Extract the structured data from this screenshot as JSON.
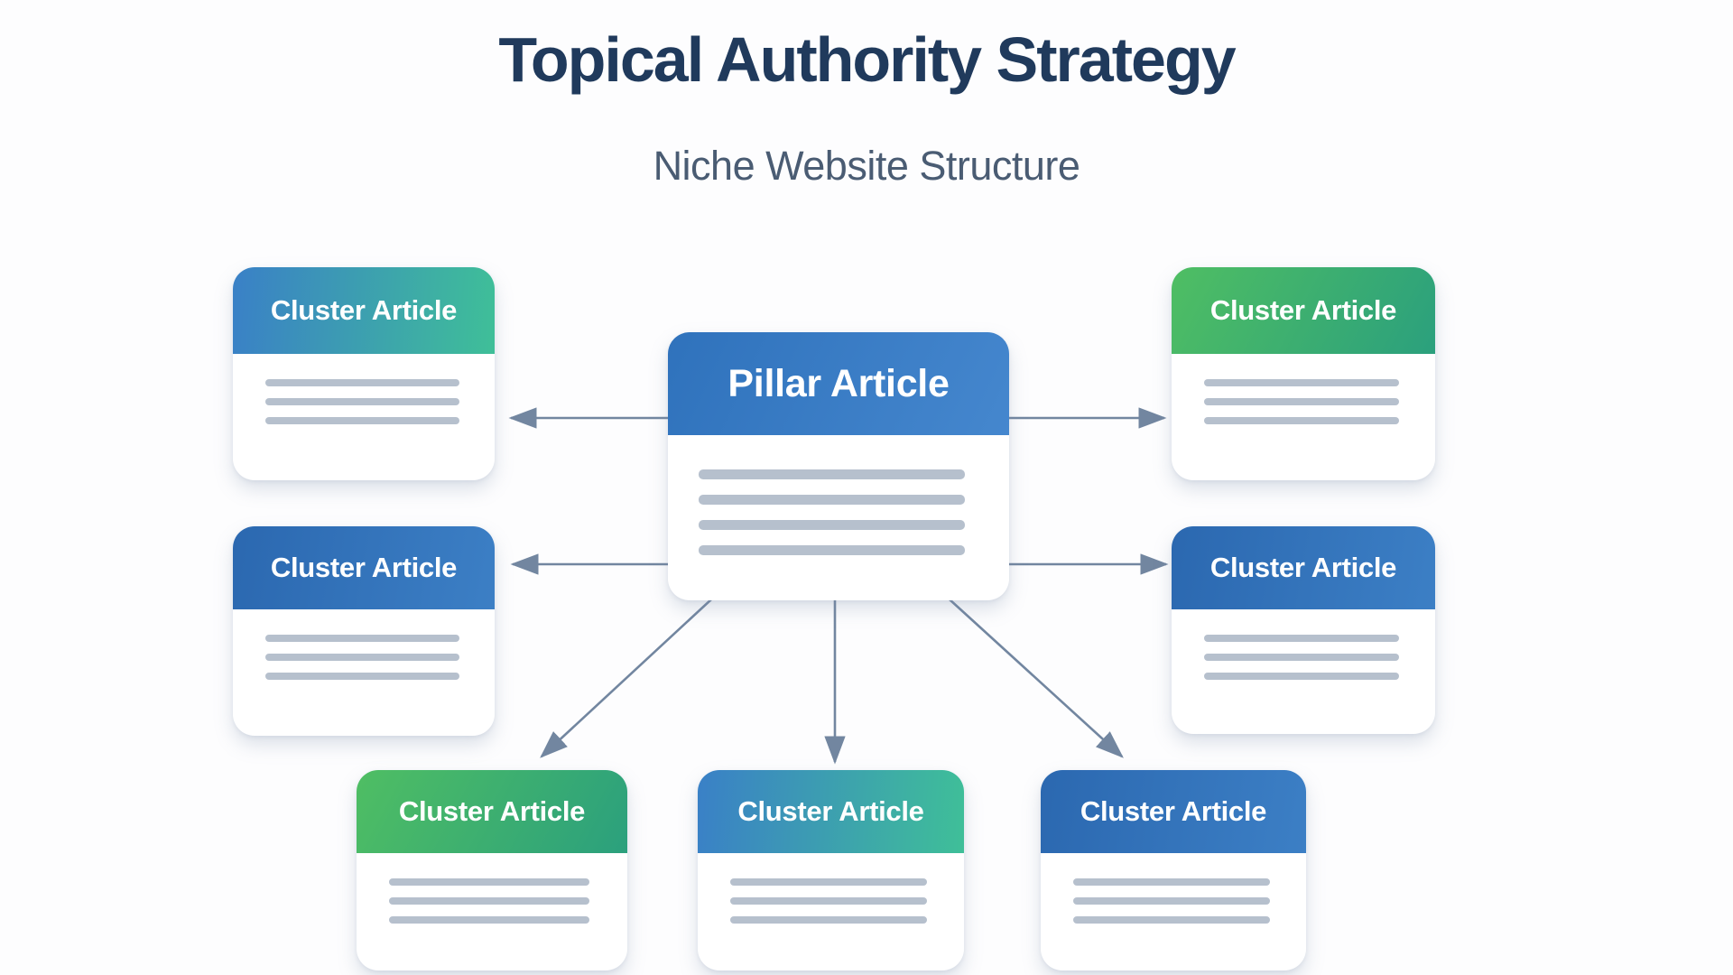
{
  "header": {
    "title": "Topical Authority Strategy",
    "subtitle": "Niche Website Structure"
  },
  "pillar": {
    "label": "Pillar Article",
    "body_lines": 4
  },
  "clusters": [
    {
      "id": "top-left",
      "label": "Cluster Article",
      "header_style": "blue-teal",
      "body_lines": 3
    },
    {
      "id": "top-right",
      "label": "Cluster Article",
      "header_style": "green",
      "body_lines": 3
    },
    {
      "id": "mid-left",
      "label": "Cluster Article",
      "header_style": "blue",
      "body_lines": 3
    },
    {
      "id": "mid-right",
      "label": "Cluster Article",
      "header_style": "blue",
      "body_lines": 3
    },
    {
      "id": "bottom-left",
      "label": "Cluster Article",
      "header_style": "green",
      "body_lines": 3
    },
    {
      "id": "bottom-center",
      "label": "Cluster Article",
      "header_style": "blue-teal",
      "body_lines": 3
    },
    {
      "id": "bottom-right",
      "label": "Cluster Article",
      "header_style": "blue",
      "body_lines": 3
    }
  ],
  "colors": {
    "background": "#fdfdfe",
    "title": "#203a5c",
    "subtitle": "#4a5c73",
    "arrow": "#7286a0",
    "pillar_blue": "#2f72bc",
    "pillar_blue_light": "#4587ce",
    "blue": "#2b68b0",
    "blue_light": "#3c7fc5",
    "blue_teal_start": "#3a80c7",
    "blue_teal_end": "#3fbf98",
    "green_start": "#4fbe63",
    "green_end": "#2ba07d",
    "line_gray": "#b6c0cd"
  }
}
